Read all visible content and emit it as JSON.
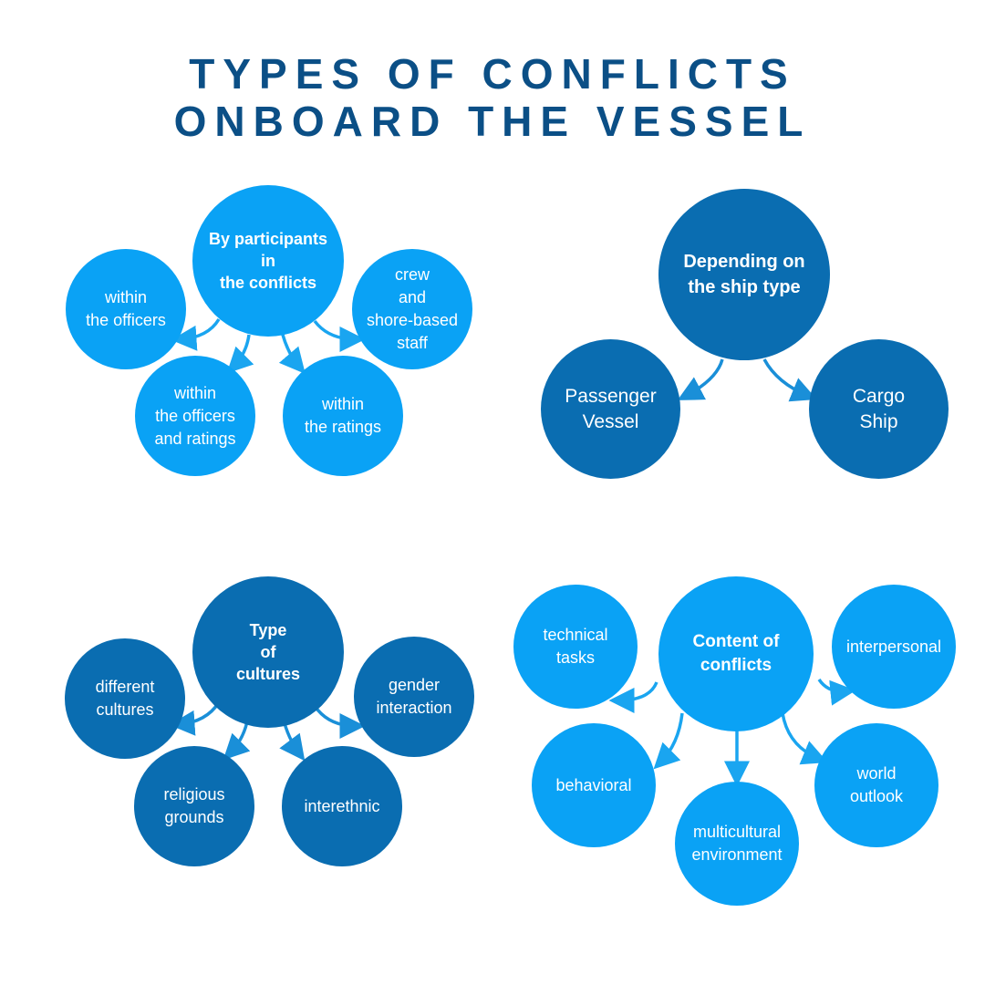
{
  "title": {
    "line1": "TYPES OF CONFLICTS",
    "line2": "ONBOARD THE VESSEL"
  },
  "colors": {
    "title": "#0b4f86",
    "light": "#0aa2f5",
    "dark": "#0a6db1",
    "arrow_light": "#1aa5f0",
    "arrow_dark": "#1a8fd8"
  },
  "participants": {
    "center": "By participants\nin\nthe conflicts",
    "officers": "within\nthe officers",
    "officers_ratings": "within\nthe officers\nand ratings",
    "ratings": "within\nthe ratings",
    "crew_shore": "crew\nand\nshore-based\nstaff"
  },
  "ship_type": {
    "center": "Depending on\nthe ship type",
    "passenger": "Passenger\nVessel",
    "cargo": "Cargo\nShip"
  },
  "cultures": {
    "center": "Type\nof\ncultures",
    "different": "different\ncultures",
    "religious": "religious\ngrounds",
    "interethnic": "interethnic",
    "gender": "gender\ninteraction"
  },
  "content": {
    "center": "Content of\nconflicts",
    "technical": "technical\ntasks",
    "interpersonal": "interpersonal",
    "behavioral": "behavioral",
    "multicultural": "multicultural\nenvironment",
    "world_outlook": "world\noutlook"
  }
}
